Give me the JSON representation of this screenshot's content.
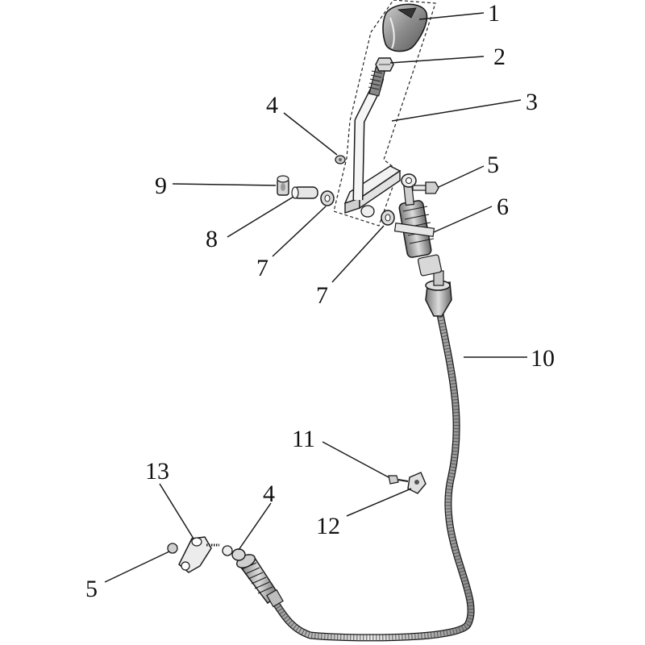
{
  "diagram": {
    "callouts": [
      {
        "id": "c1",
        "label": "1"
      },
      {
        "id": "c2",
        "label": "2"
      },
      {
        "id": "c3",
        "label": "3"
      },
      {
        "id": "c4a",
        "label": "4"
      },
      {
        "id": "c5a",
        "label": "5"
      },
      {
        "id": "c9",
        "label": "9"
      },
      {
        "id": "c6",
        "label": "6"
      },
      {
        "id": "c8",
        "label": "8"
      },
      {
        "id": "c7a",
        "label": "7"
      },
      {
        "id": "c7b",
        "label": "7"
      },
      {
        "id": "c10",
        "label": "10"
      },
      {
        "id": "c11",
        "label": "11"
      },
      {
        "id": "c12",
        "label": "12"
      },
      {
        "id": "c13",
        "label": "13"
      },
      {
        "id": "c4b",
        "label": "4"
      },
      {
        "id": "c5b",
        "label": "5"
      }
    ],
    "colors": {
      "line": "#1a1a1a",
      "part_fill": "#f2f2f2",
      "part_shade": "#b8b8b8",
      "knob_fill": "#9a9a9a",
      "background": "#ffffff"
    }
  }
}
